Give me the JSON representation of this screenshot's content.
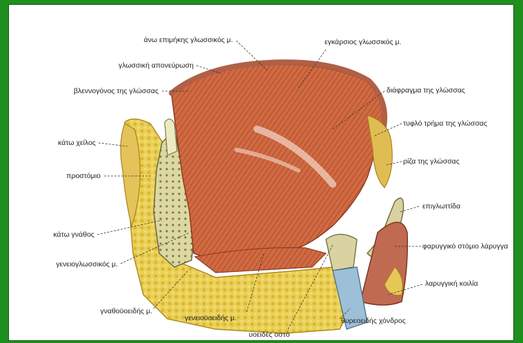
{
  "labels": {
    "ano_epimikis": "άνω επιμήκης γλωσσικός μ.",
    "glossiki_aponevrosi": "γλωσσική απονεύρωση",
    "vlennogonos": "βλεννογόνος της γλώσσας",
    "kato_xeilos": "κάτω χείλος",
    "prostomio": "προστόμιο",
    "kato_gnathos": "κάτω γνάθος",
    "geneioglossikos": "γενειογλωσσικός μ.",
    "gnathoyoeidis": "γναθοϋοειδής μ.",
    "geneioyoeidis": "γενειοϋοειδής μ.",
    "yoeides_osto": "υοειδές οστό",
    "enkarsios": "εγκάρσιος γλωσσικός μ.",
    "diafragma": "διάφραγμα της γλώσσας",
    "tyflo_trima": "τυφλό τρήμα της γλώσσας",
    "riza": "ρίζα της γλώσσας",
    "epiglottida": "επιγλωττίδα",
    "farygiko_stomio": "φαρυγγικό στόμιο λάρυγγα",
    "laryggiki_koilia": "λαρυγγική κοιλία",
    "thyreoeidis": "θυρεοειδής χόνδρος"
  },
  "colors": {
    "frame": "#1f8f1f",
    "muscle": "#c9603a",
    "fat": "#e8c84a",
    "bone": "#dcd9a8",
    "mucosa": "#b8604a"
  }
}
